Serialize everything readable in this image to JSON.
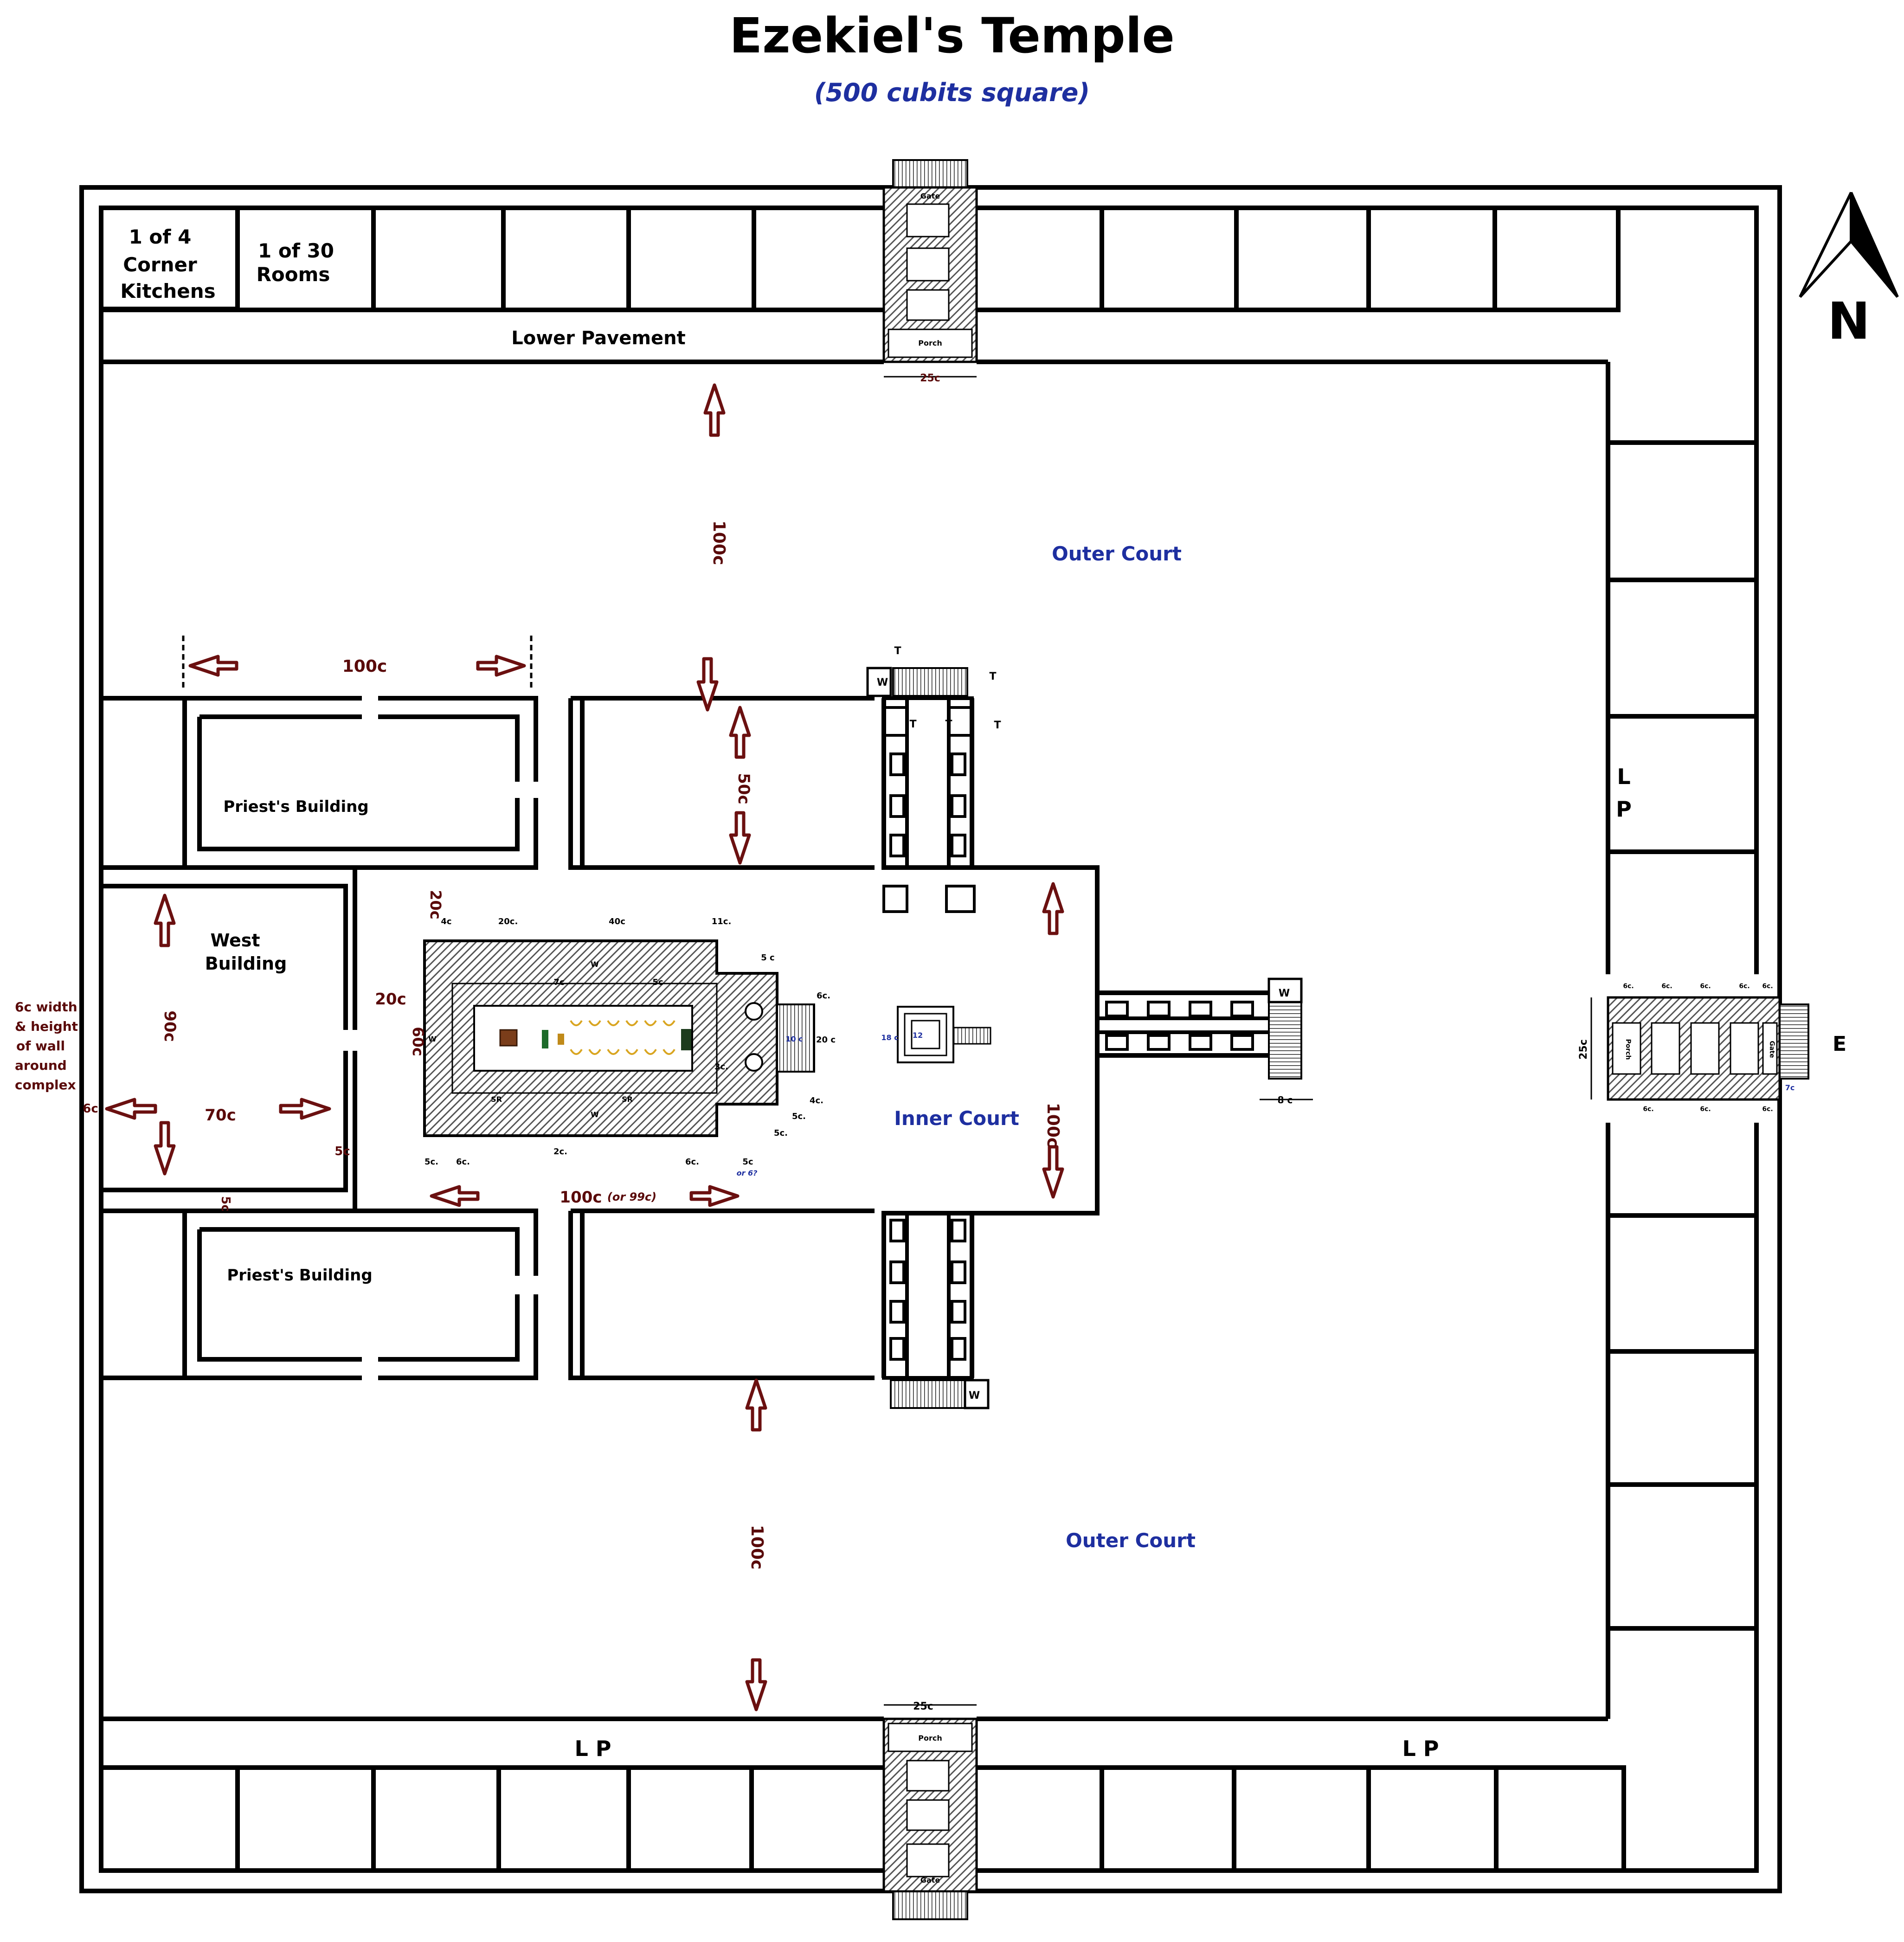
{
  "title": "Ezekiel's Temple",
  "subtitle": "(500 cubits square)",
  "compass": {
    "letter": "N",
    "icon": "north-arrow-icon"
  },
  "colors": {
    "label_blue": "#1e2fa0",
    "dimension_red": "#5a0a0a",
    "arrow_red": "#6b1010",
    "hatch_gray": "#6f6f6f",
    "lampstand_gold": "#d9a520"
  },
  "labels": {
    "corner_kitchens_1": "1 of 4",
    "corner_kitchens_2": "Corner",
    "corner_kitchens_3": "Kitchens",
    "rooms_1": "1 of 30",
    "rooms_2": "Rooms",
    "lower_pavement": "Lower Pavement",
    "outer_court_north": "Outer Court",
    "outer_court_south": "Outer Court",
    "inner_court": "Inner Court",
    "priests_building_north": "Priest's Building",
    "priests_building_south": "Priest's Building",
    "west_building_1": "West",
    "west_building_2": "Building",
    "lp_east_l": "L",
    "lp_east_p": "P",
    "lp_south_left": "L P",
    "lp_south_right": "L P",
    "east_letter": "E",
    "wall_note_1": "6c width",
    "wall_note_2": "& height",
    "wall_note_3": "of wall",
    "wall_note_4": "around",
    "wall_note_5": "complex"
  },
  "gates": {
    "gate_label": "Gate",
    "porch_label": "Porch",
    "north_width": "25c",
    "south_width": "25c",
    "east_width": "25c",
    "east_step": "7c",
    "east_cell_labels": [
      "6c.",
      "6c.",
      "6c.",
      "6c.",
      "6c."
    ],
    "east_side_labels": [
      "6c.",
      "6c.",
      "6c."
    ]
  },
  "dimensions": {
    "north_outer_court_depth": "100c",
    "south_outer_court_depth": "100c",
    "north_gap_width": "100c",
    "inner_court_depth": "100c",
    "inner_gate_length": "50c",
    "west_building_depth": "90c",
    "west_building_width": "70c",
    "west_wall": "6c",
    "west_gap": "5c",
    "west_gap_2": "5c",
    "separation_width": "20c",
    "temple_width": "60c",
    "temple_length": "100c",
    "temple_length_alt": "(or 99c)",
    "inner_east_step": "8 c",
    "inner_north_left": "20c",
    "wall_thickness_top": "4c",
    "holy_of_holies": "20c.",
    "holy_place": "40c",
    "porch_depth": "11c.",
    "porch_pillar": "5 c",
    "porch_side_1": "6c.",
    "porch_side_2": "20 c",
    "porch_side_3": "3c.",
    "porch_side_4": "4c.",
    "porch_side_5": "5c.",
    "porch_side_6": "5c.",
    "bottom_1": "5c.",
    "bottom_2": "6c.",
    "bottom_3": "2c.",
    "bottom_4": "6c.",
    "bottom_5": "5c",
    "bottom_5_alt": "or 6?",
    "inner_7c": "7c",
    "inner_5c": "5c",
    "stairs_10c": "10 c",
    "altar_18c": "18 c",
    "altar_12": "12"
  },
  "temple_room_letters": {
    "w": "W",
    "sr": "SR",
    "t": "T"
  }
}
